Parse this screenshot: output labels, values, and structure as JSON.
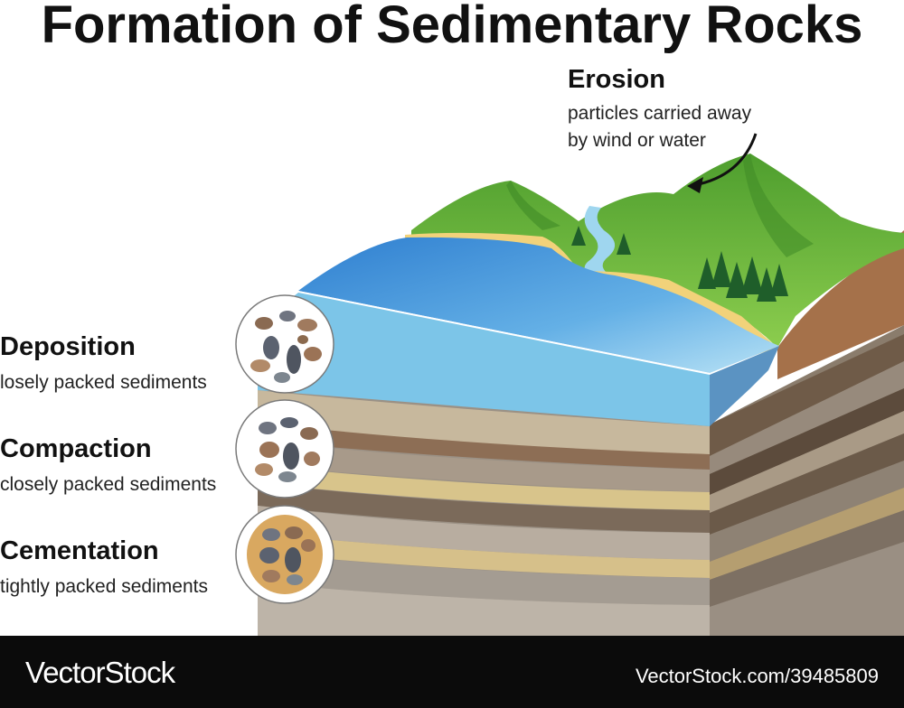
{
  "title": "Formation of Sedimentary Rocks",
  "erosion": {
    "title": "Erosion",
    "line1": "particles carried away",
    "line2": "by wind or water"
  },
  "stages": [
    {
      "title": "Deposition",
      "description": "losely packed sediments"
    },
    {
      "title": "Compaction",
      "description": "closely packed sediments"
    },
    {
      "title": "Cementation",
      "description": "tightly packed sediments"
    }
  ],
  "footer": {
    "brand": "VectorStock",
    "id_text": "VectorStock.com/39485809"
  },
  "colors": {
    "water": "#7cc5e8",
    "water_deep": "#3c8dd6",
    "grass": "#6dba3c",
    "sand": "#f2d27a",
    "footer": "#0b0b0b"
  }
}
